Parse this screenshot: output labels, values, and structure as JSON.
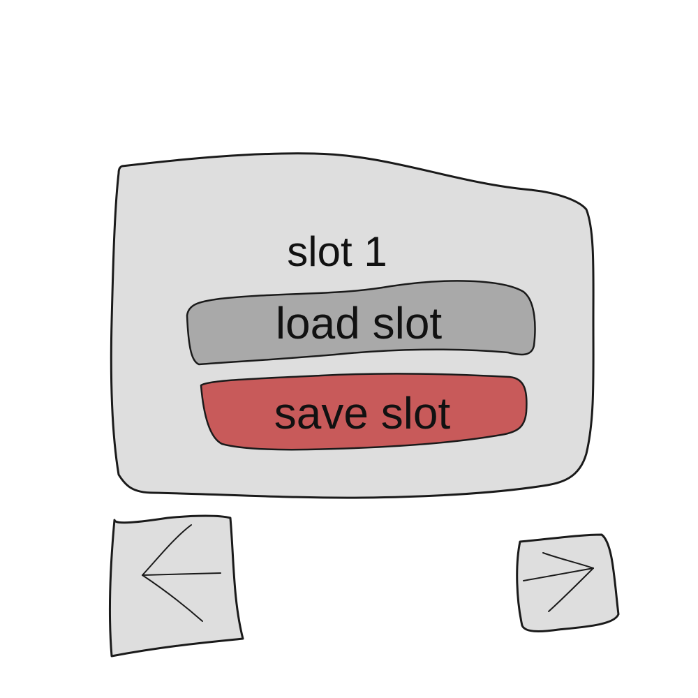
{
  "save_panel": {
    "slot_title": "slot 1",
    "load_button_label": "load slot",
    "save_button_label": "save slot"
  },
  "navigation": {
    "prev_icon": "arrow-left-icon",
    "next_icon": "arrow-right-icon"
  },
  "colors": {
    "panel_fill": "#dedede",
    "load_button_fill": "#a9a9a9",
    "save_button_fill": "#c85a5a",
    "nav_button_fill": "#dedede",
    "stroke": "#1a1a1a"
  }
}
